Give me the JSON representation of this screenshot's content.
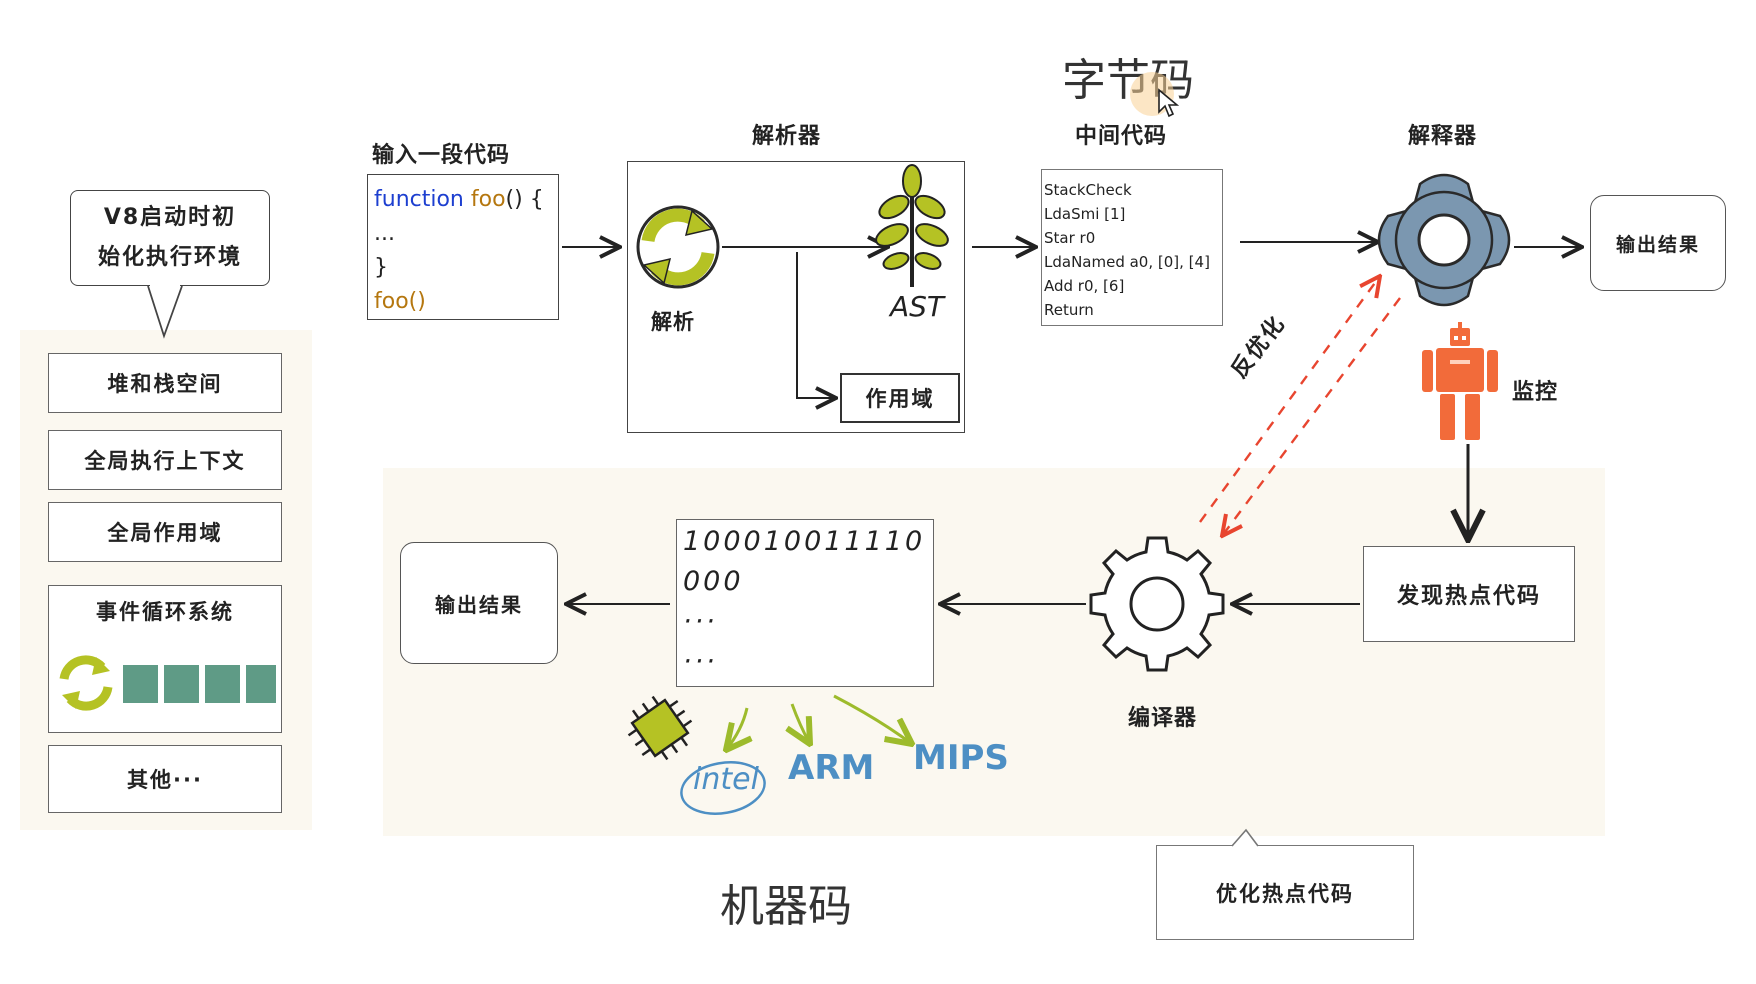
{
  "titles": {
    "bytecode": "字节码",
    "machine_code": "机器码"
  },
  "init_bubble": {
    "line1": "V8启动时初",
    "line2": "始化执行环境"
  },
  "env_items": [
    "堆和栈空间",
    "全局执行上下文",
    "全局作用域",
    "事件循环系统",
    "其他···"
  ],
  "input": {
    "label": "输入一段代码",
    "code": {
      "keyword": "function",
      "name": "foo",
      "sig": "() {",
      "dots": "...",
      "close": "}",
      "call": "foo()"
    }
  },
  "parser": {
    "label": "解析器",
    "parse_label": "解析",
    "ast_label": "AST",
    "scope_label": "作用域"
  },
  "intermediate": {
    "label": "中间代码",
    "lines": [
      "StackCheck",
      "LdaSmi [1]",
      "Star r0",
      "LdaNamed a0, [0], [4]",
      "Add r0, [6]",
      "Return"
    ]
  },
  "interpreter": {
    "label": "解释器",
    "output": "输出结果"
  },
  "monitor_label": "监控",
  "deopt_label": "反优化",
  "hotspot_label": "发现热点代码",
  "compiler_label": "编译器",
  "machine_code_box": {
    "lines": [
      "100010011110",
      "000",
      "···",
      "···"
    ]
  },
  "output2": "输出结果",
  "architectures": [
    "intel",
    "ARM",
    "MIPS"
  ],
  "optimize_callout": "优化热点代码",
  "colors": {
    "green": "#b5c224",
    "teal_block": "#5f9b86",
    "gear_blue": "#7b97b0",
    "robot": "#f26b3a",
    "dashed_red": "#e8452f",
    "arch_blue": "#4d8fc4",
    "panel": "#fbf8f0",
    "keyword_blue": "#1d3fd0",
    "name_brown": "#b5770f"
  },
  "icons": [
    "refresh-cycle-icon",
    "tree-icon",
    "flower-gear-icon",
    "robot-icon",
    "gear-icon",
    "chip-icon"
  ]
}
